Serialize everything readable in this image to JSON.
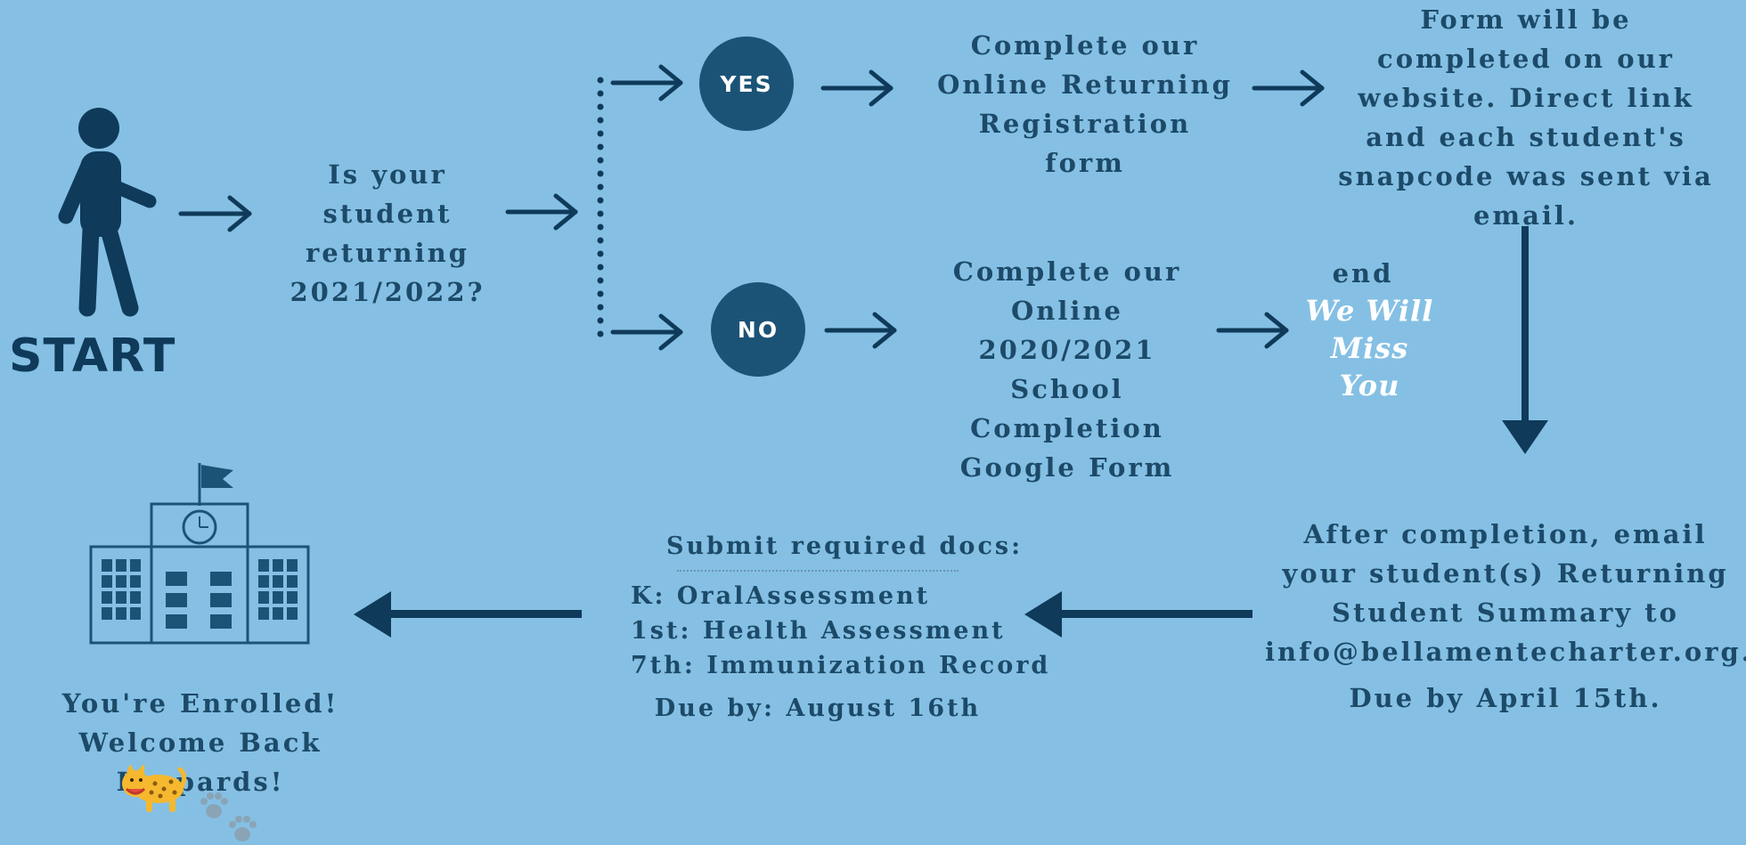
{
  "start": {
    "label": "START"
  },
  "question": {
    "text": "Is your student returning 2021/2022?"
  },
  "yes_branch": {
    "circle_label": "YES",
    "step": "Complete our Online Returning Registration form",
    "note": "Form will be completed on our website. Direct link and each student's snapcode was sent via email."
  },
  "no_branch": {
    "circle_label": "NO",
    "step": "Complete our Online 2020/2021 School Completion Google Form",
    "end_label": "end",
    "farewell": "We Will Miss You"
  },
  "after_completion": {
    "text": "After completion, email your student(s) Returning Student Summary to info@bellamentecharter.org.",
    "due": "Due by April 15th."
  },
  "documents": {
    "title": "Submit required docs:",
    "items": [
      "K: OralAssessment",
      "1st: Health Assessment",
      "7th: Immunization Record"
    ],
    "due": "Due by: August 16th"
  },
  "enrolled": {
    "line1": "You're Enrolled!",
    "line2": "Welcome Back Leopards!"
  },
  "colors": {
    "background": "#85c0e4",
    "dark_navy": "#0f3a5a",
    "circle": "#1b5377",
    "text": "#1c4a68",
    "paw": "#8aa4b6"
  },
  "icons": [
    "walking-person-icon",
    "school-building-icon",
    "leopard-emoji-icon",
    "paw-print-icon"
  ]
}
